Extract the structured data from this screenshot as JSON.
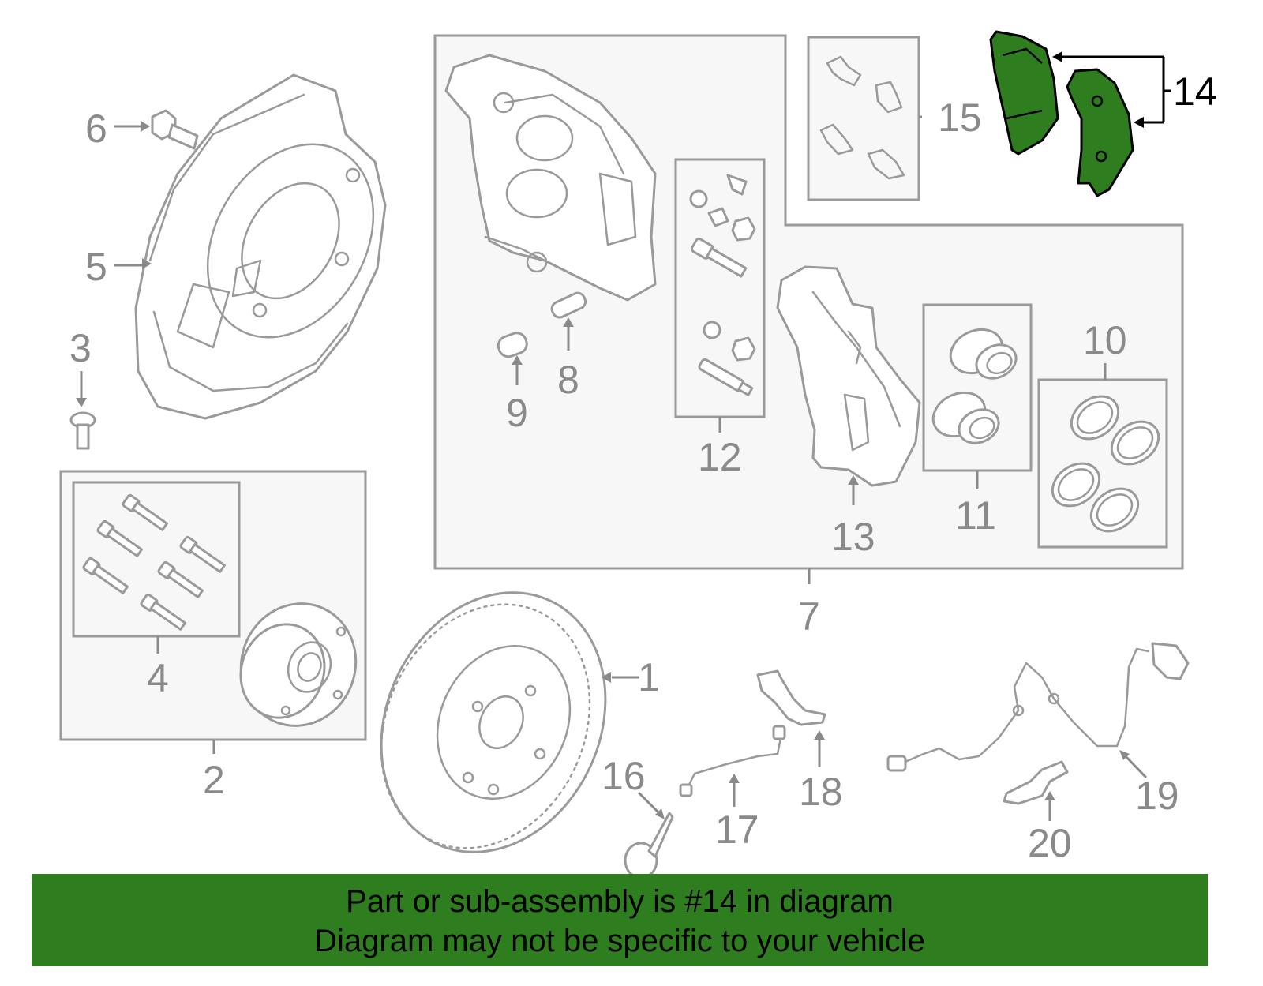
{
  "callouts": [
    {
      "id": "1",
      "label": "1"
    },
    {
      "id": "2",
      "label": "2"
    },
    {
      "id": "3",
      "label": "3"
    },
    {
      "id": "4",
      "label": "4"
    },
    {
      "id": "5",
      "label": "5"
    },
    {
      "id": "6",
      "label": "6"
    },
    {
      "id": "7",
      "label": "7"
    },
    {
      "id": "8",
      "label": "8"
    },
    {
      "id": "9",
      "label": "9"
    },
    {
      "id": "10",
      "label": "10"
    },
    {
      "id": "11",
      "label": "11"
    },
    {
      "id": "12",
      "label": "12"
    },
    {
      "id": "13",
      "label": "13"
    },
    {
      "id": "14",
      "label": "14"
    },
    {
      "id": "15",
      "label": "15"
    },
    {
      "id": "16",
      "label": "16"
    },
    {
      "id": "17",
      "label": "17"
    },
    {
      "id": "18",
      "label": "18"
    },
    {
      "id": "19",
      "label": "19"
    },
    {
      "id": "20",
      "label": "20"
    }
  ],
  "highlight": {
    "part": "14",
    "color": "#2e7d1f"
  },
  "banner": {
    "line1": "Part or sub-assembly is #14 in diagram",
    "line2": "Diagram may not be specific to your vehicle"
  }
}
